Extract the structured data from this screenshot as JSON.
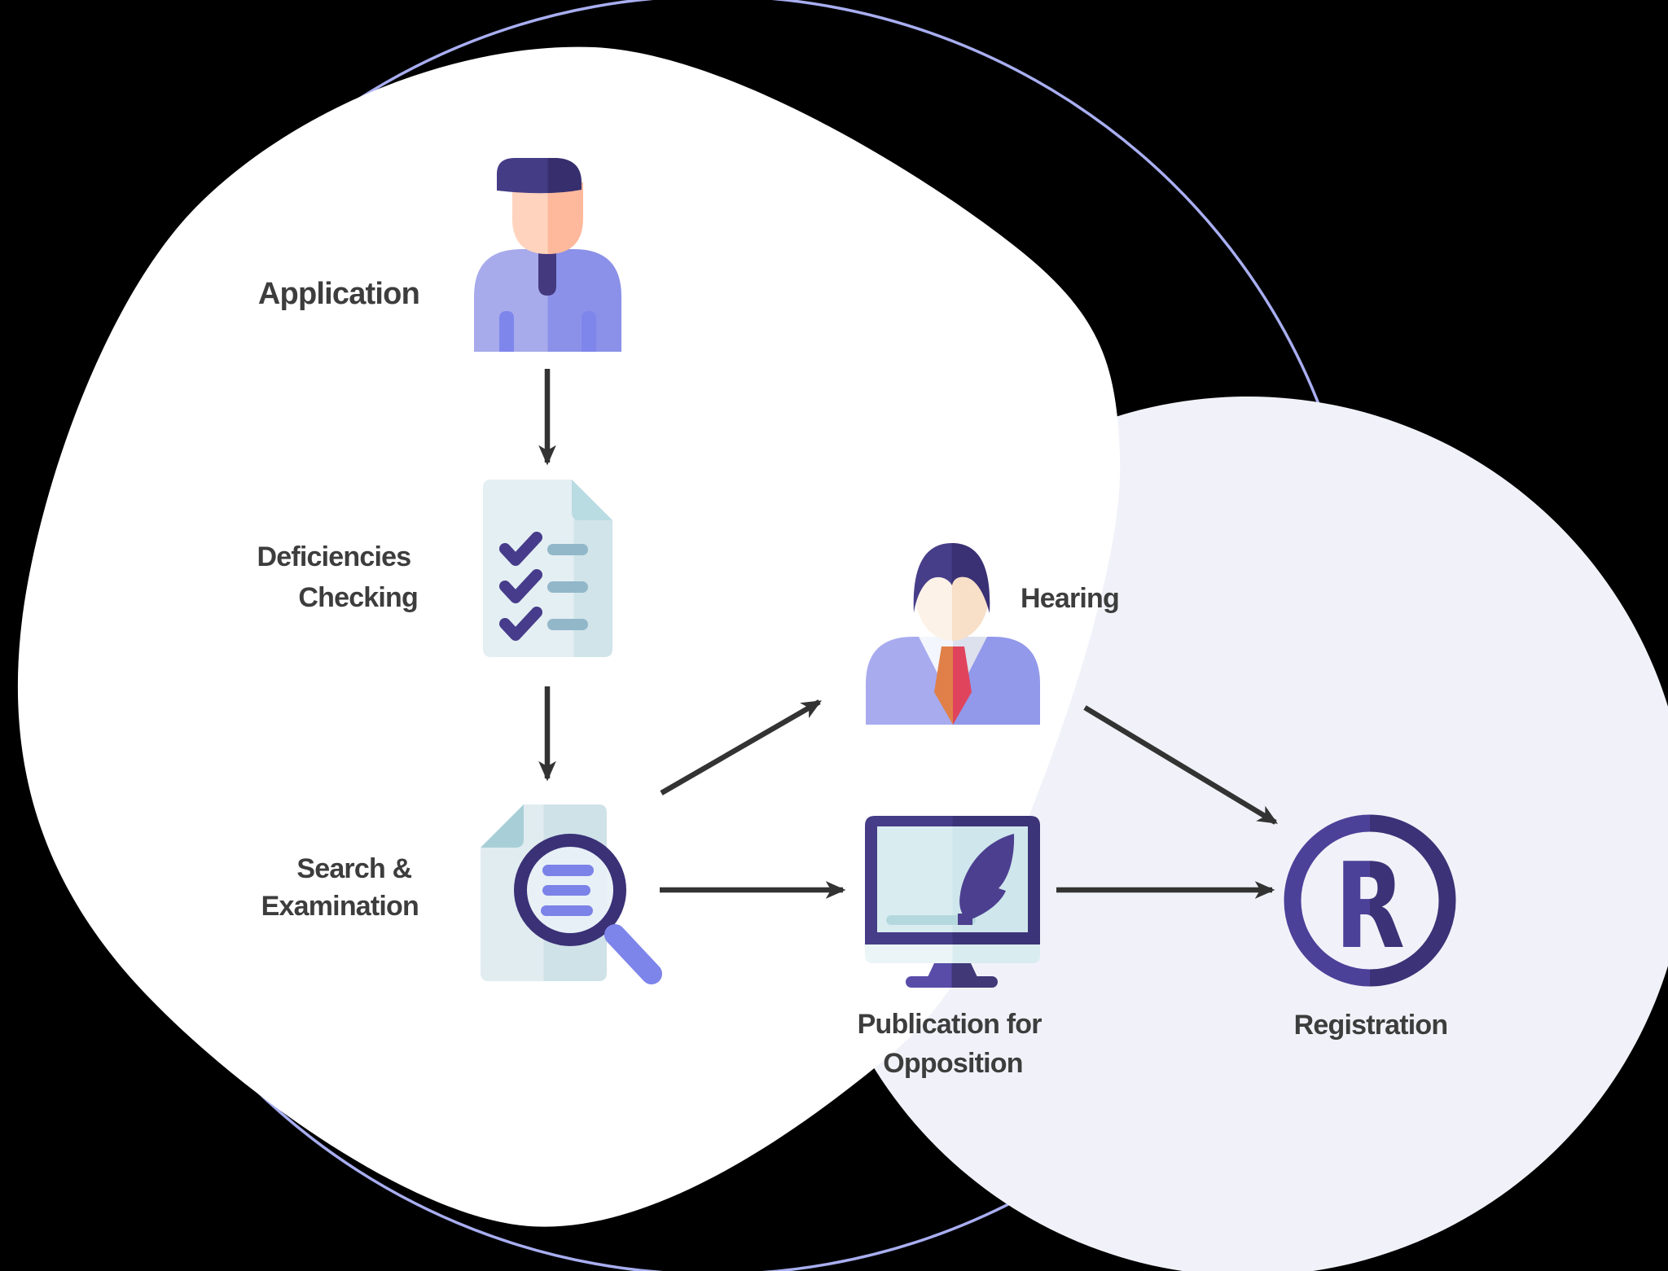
{
  "diagram": {
    "type": "flowchart",
    "background_color": "#000000",
    "white_blob_color": "#ffffff",
    "lavender_circle_color": "#f1f2f9",
    "outline_ring_color": "#a8aef0",
    "arrow_color": "#333333",
    "text_color": "#3d3d3d",
    "steps": [
      {
        "id": "application",
        "icon": "person-icon",
        "lines": [
          "Application"
        ]
      },
      {
        "id": "deficiencies-checking",
        "icon": "checklist-document-icon",
        "lines": [
          "Deficiencies",
          "Checking"
        ]
      },
      {
        "id": "search-examination",
        "icon": "document-magnifier-icon",
        "lines": [
          "Search &",
          "Examination"
        ]
      },
      {
        "id": "hearing",
        "icon": "businessman-icon",
        "lines": [
          "Hearing"
        ]
      },
      {
        "id": "publication-for-opposition",
        "icon": "monitor-quill-icon",
        "lines": [
          "Publication for",
          "Opposition"
        ]
      },
      {
        "id": "registration",
        "icon": "registered-trademark-icon",
        "lines": [
          "Registration"
        ]
      }
    ],
    "registration_symbol": "R",
    "flows": [
      {
        "from": "application",
        "to": "deficiencies-checking"
      },
      {
        "from": "deficiencies-checking",
        "to": "search-examination"
      },
      {
        "from": "search-examination",
        "to": "hearing"
      },
      {
        "from": "search-examination",
        "to": "publication-for-opposition"
      },
      {
        "from": "hearing",
        "to": "registration"
      },
      {
        "from": "publication-for-opposition",
        "to": "registration"
      }
    ],
    "icon_colors": {
      "purple_dark": "#443c85",
      "purple_mid": "#7d84ea",
      "shirt_light": "#a7aaeb",
      "shirt_dark": "#8b91e8",
      "skin_light": "#ffd3bd",
      "skin_dark": "#feb99c",
      "paper_light": "#e4eff3",
      "paper_fold": "#b9dbe2",
      "check_bar": "#92b7c9",
      "tie_orange": "#e08048",
      "tie_red": "#e0445c",
      "screen_light": "#d9edf0"
    }
  }
}
